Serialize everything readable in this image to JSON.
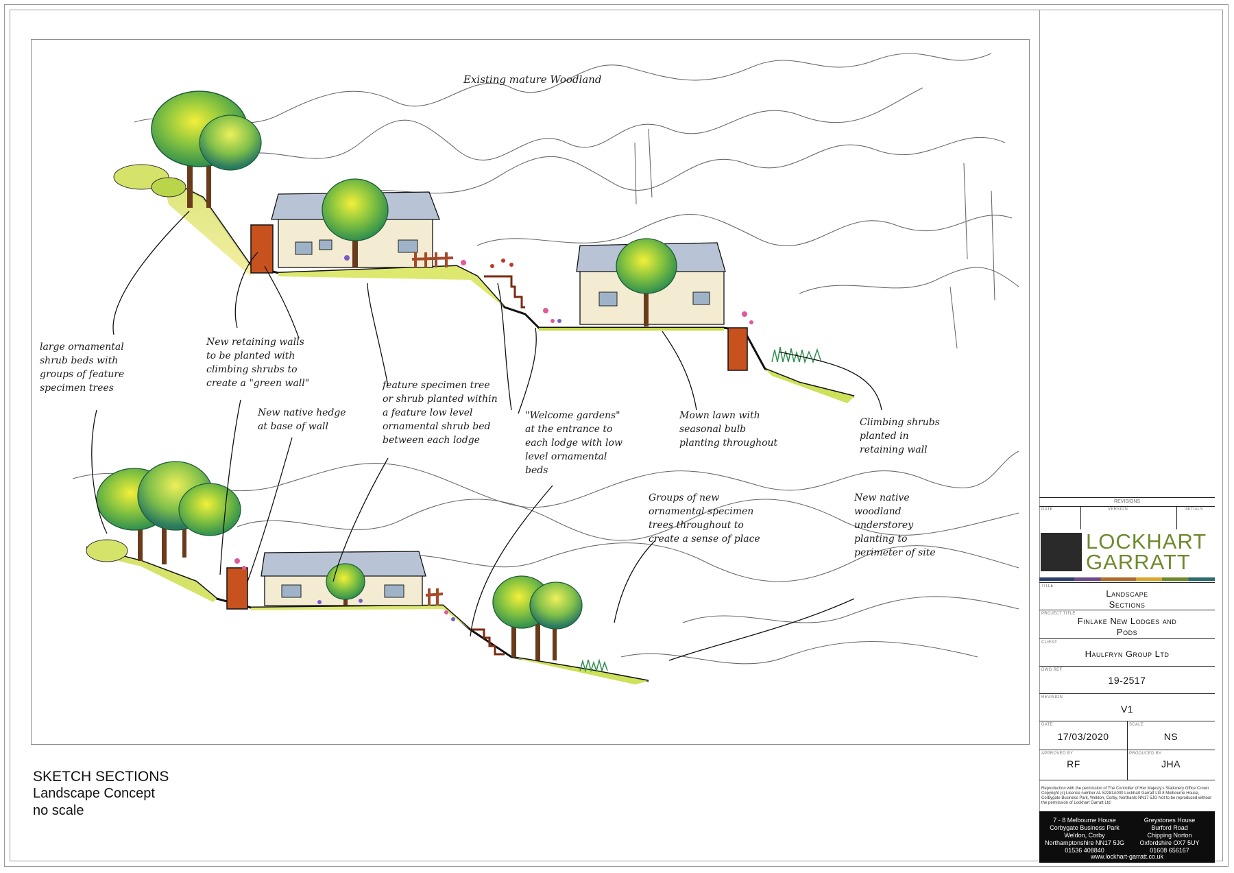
{
  "caption": {
    "title": "SKETCH SECTIONS",
    "subtitle": "Landscape Concept",
    "scale_note": "no scale"
  },
  "sketch_labels": {
    "existing_woodland": "Existing mature Woodland",
    "note_shrub_beds": [
      "large ornamental",
      "shrub beds with",
      "groups of feature",
      "specimen trees"
    ],
    "note_retaining": [
      "New retaining walls",
      "to be planted with",
      "climbing shrubs to",
      "create a \"green wall\""
    ],
    "note_hedge": [
      "New native hedge",
      "at base of wall"
    ],
    "note_specimen": [
      "feature specimen tree",
      "or shrub planted within",
      "a feature low level",
      "ornamental shrub bed",
      "between each lodge"
    ],
    "note_welcome": [
      "\"Welcome gardens\"",
      "at the entrance to",
      "each lodge with low",
      "level ornamental",
      "beds"
    ],
    "note_lawn": [
      "Mown lawn with",
      "seasonal bulb",
      "planting throughout"
    ],
    "note_climbing": [
      "Climbing shrubs",
      "planted in",
      "retaining wall"
    ],
    "note_groups": [
      "Groups of new",
      "ornamental specimen",
      "trees throughout to",
      "create a sense of place"
    ],
    "note_native": [
      "New native",
      "woodland",
      "understorey",
      "planting to",
      "perimeter of site"
    ]
  },
  "title_block": {
    "revisions_label": "REVISIONS",
    "rev_cols": [
      "DATE",
      "VERSION",
      "INITIALS"
    ],
    "logo_line1": "LOCKHART",
    "logo_line2": "GARRATT",
    "title_label": "TITLE",
    "title_line1": "Landscape",
    "title_line2": "Sections",
    "project_label": "PROJECT TITLE",
    "project_line1": "Finlake New Lodges and",
    "project_line2": "Pods",
    "client_label": "CLIENT",
    "client": "Haulfryn Group Ltd",
    "ref_label": "DWG REF",
    "ref": "19-2517",
    "revision_label": "REVISION",
    "revision": "V1",
    "date_label": "DATE",
    "date": "17/03/2020",
    "scale_label": "SCALE",
    "scale": "NS",
    "approved_label": "APPROVED BY",
    "approved": "RF",
    "produced_label": "PRODUCED BY",
    "produced": "JHA",
    "copyright": "Reproduction with the permission of The Controller of Her Majesty's Stationery Office Crown Copyright (c) Licence number AL 52281A000 Lockhart Garratt Ltd 8 Melbourne House, Corbygate Business Park, Weldon, Corby, Northants NN17 5JG Not to be reproduced without the permission of Lockhart Garratt Ltd",
    "office1": [
      "7 - 8 Melbourne House",
      "Corbygate Business Park",
      "Weldon, Corby",
      "Northamptonshire NN17 5JG",
      "01536 408840"
    ],
    "office2": [
      "Greystones House",
      "Burford Road",
      "Chipping Norton",
      "Oxfordshire OX7 5UY",
      "01608 656167"
    ],
    "url": "www.lockhart-garratt.co.uk"
  }
}
